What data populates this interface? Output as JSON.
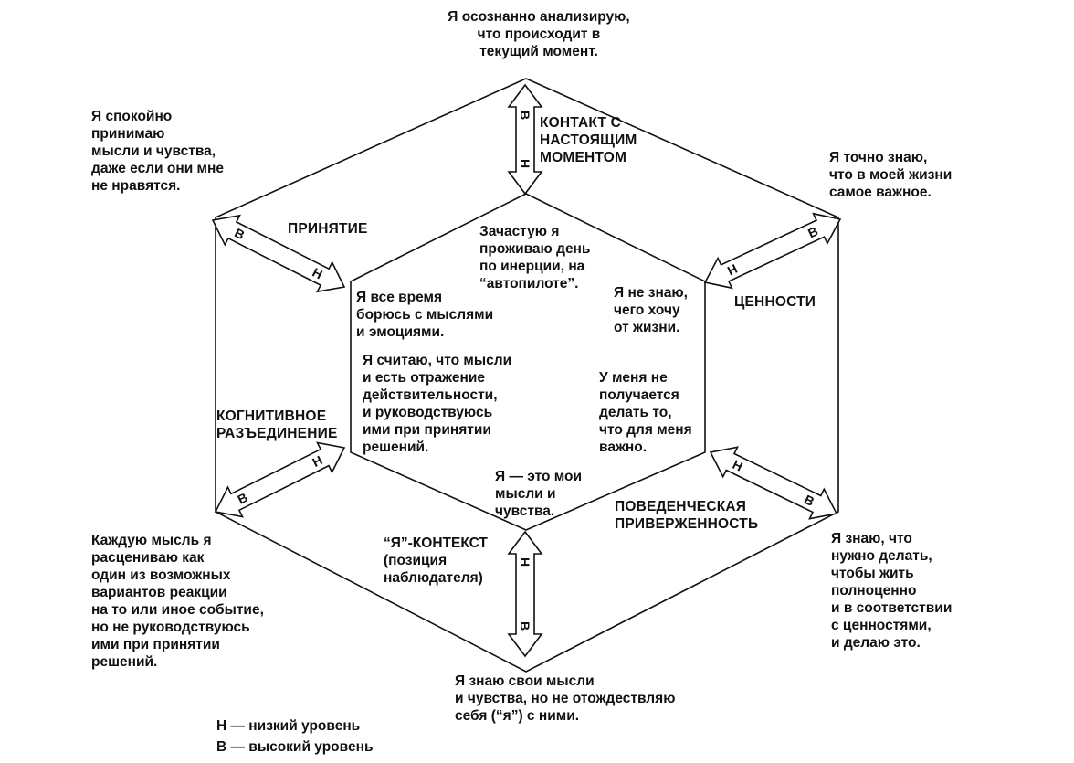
{
  "outer_statements": {
    "top": "Я осознанно анализирую,\nчто происходит в\nтекущий момент.",
    "top_left": "Я спокойно\nпринимаю\nмысли и чувства,\nдаже если они мне\nне нравятся.",
    "top_right": "Я точно знаю,\nчто в моей жизни\nсамое важное.",
    "bottom_left": "Каждую мысль я\nрасцениваю как\nодин из возможных\nвариантов реакции\nна то или иное событие,\nно не руководствуюсь\nими при принятии\nрешений.",
    "bottom_right": "Я знаю, что\nнужно делать,\nчтобы жить\nполноценно\nи в соответствии\nс ценностями,\nи делаю это.",
    "bottom": "Я знаю свои мысли\nи чувства, но не отождествляю\nсебя (“я”) с ними."
  },
  "dimensions": {
    "contact": "КОНТАКТ С\nНАСТОЯЩИМ\nМОМЕНТОМ",
    "acceptance": "ПРИНЯТИЕ",
    "values": "ЦЕННОСТИ",
    "defusion": "КОГНИТИВНОЕ\nРАЗЪЕДИНЕНИЕ",
    "commitment": "ПОВЕДЕНЧЕСКАЯ\nПРИВЕРЖЕННОСТЬ",
    "self_context": "“Я”-КОНТЕКСТ\n(позиция\nнаблюдателя)"
  },
  "inner_statements": {
    "top": "Зачастую я\nпроживаю день\nпо инерции, на\n“автопилоте”.",
    "upper_left": "Я все время\nборюсь с мыслями\nи эмоциями.",
    "upper_right": "Я не знаю,\nчего хочу\nот жизни.",
    "middle_left": "Я считаю, что мысли\nи есть отражение\nдействительности,\nи руководствуюсь\nими при принятии\nрешений.",
    "middle_right": "У меня не\nполучается\nделать то,\nчто для меня\nважно.",
    "bottom": "Я — это мои\nмысли и\nчувства."
  },
  "arrow_letters": {
    "low": "Н",
    "high": "В"
  },
  "legend": {
    "low": "Н — низкий уровень",
    "high": "В — высокий уровень"
  }
}
